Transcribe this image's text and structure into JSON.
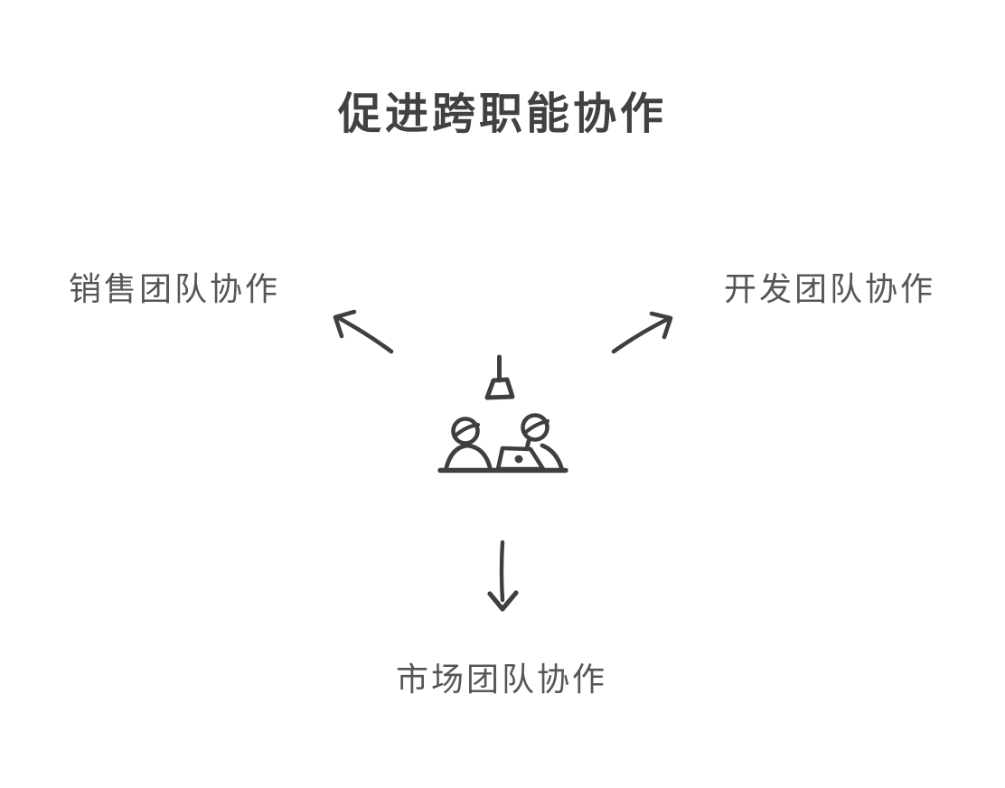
{
  "title": "促进跨职能协作",
  "center": {
    "icon": "two-people-at-desk-with-laptop-and-lamp"
  },
  "branches": [
    {
      "id": "sales",
      "label": "销售团队协作",
      "direction": "upper-left"
    },
    {
      "id": "development",
      "label": "开发团队协作",
      "direction": "upper-right"
    },
    {
      "id": "marketing",
      "label": "市场团队协作",
      "direction": "down"
    }
  ],
  "colors": {
    "ink": "#3f3f3f",
    "title_text": "#414141",
    "label_text": "#565656",
    "background": "#ffffff"
  }
}
